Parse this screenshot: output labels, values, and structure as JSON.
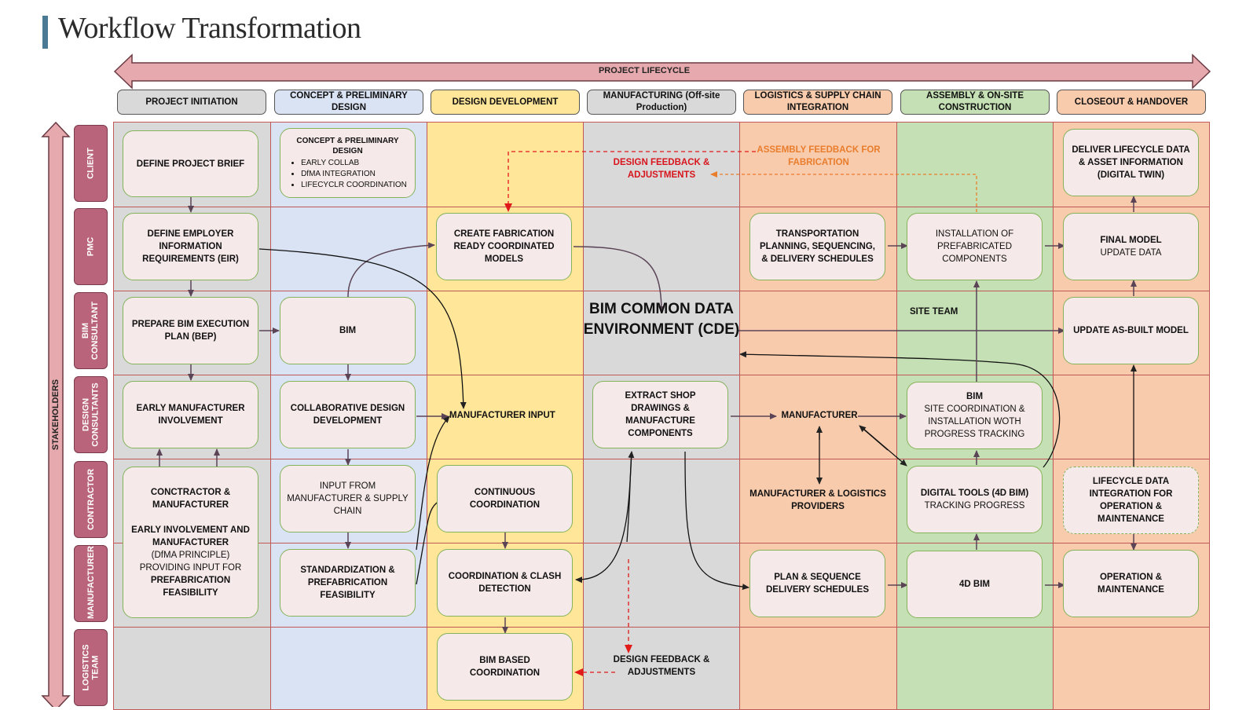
{
  "title": "Workflow Transformation",
  "lifecycle_label": "PROJECT LIFECYCLE",
  "stakeholders_label": "STAKEHOLDERS",
  "phases": [
    {
      "label": "PROJECT INITIATION",
      "color": "#d9d9d9"
    },
    {
      "label": "CONCEPT & PRELIMINARY DESIGN",
      "color": "#dae3f3"
    },
    {
      "label": "DESIGN DEVELOPMENT",
      "color": "#ffe699"
    },
    {
      "label": "MANUFACTURING (Off-site Production)",
      "color": "#d9d9d9"
    },
    {
      "label": "LOGISTICS & SUPPLY CHAIN INTEGRATION",
      "color": "#f8cbad"
    },
    {
      "label": "ASSEMBLY & ON-SITE CONSTRUCTION",
      "color": "#c5e0b4"
    },
    {
      "label": "CLOSEOUT & HANDOVER",
      "color": "#f8cbad"
    }
  ],
  "roles": [
    "CLIENT",
    "PMC",
    "BIM CONSULTANT",
    "DESIGN CONSULTANTS",
    "CONTRACTOR",
    "MANUFACTURER",
    "LOGISTICS TEAM"
  ],
  "boxes": {
    "define_brief": "DEFINE PROJECT BRIEF",
    "define_eir": "DEFINE EMPLOYER INFORMATION REQUIREMENTS (EIR)",
    "prepare_bep": "PREPARE BIM EXECUTION PLAN (BEP)",
    "early_mfr": "EARLY MANUFACTURER INVOLVEMENT",
    "contractor_title": "CONCTRACTOR & MANUFACTURER",
    "contractor_l1": "EARLY INVOLVEMENT AND MANUFACTURER",
    "contractor_l2": "(DfMA PRINCIPLE)",
    "contractor_l3": "PROVIDING INPUT FOR",
    "contractor_l4": "PREFABRICATION FEASIBILITY",
    "concept_title": "CONCEPT & PRELIMINARY DESIGN",
    "concept_items": [
      "EARLY COLLAB",
      "DfMA INTEGRATION",
      "LIFECYCLR COORDINATION"
    ],
    "bim": "BIM",
    "collab_design": "COLLABORATIVE DESIGN DEVELOPMENT",
    "input_from_mfr": "INPUT FROM MANUFACTURER & SUPPLY CHAIN",
    "standardization": "STANDARDIZATION & PREFABRICATION FEASIBILITY",
    "create_fab": "CREATE FABRICATION READY COORDINATED MODELS",
    "mfr_input": "MANUFACTURER INPUT",
    "continuous": "CONTINUOUS COORDINATION",
    "clash": "COORDINATION & CLASH DETECTION",
    "bim_based": "BIM BASED COORDINATION",
    "cde": "BIM COMMON DATA ENVIRONMENT (CDE)",
    "extract": "EXTRACT SHOP DRAWINGS & MANUFACTURE COMPONENTS",
    "design_feedback_top": "DESIGN FEEDBACK & ADJUSTMENTS",
    "design_feedback_bottom": "DESIGN FEEDBACK & ADJUSTMENTS",
    "assembly_feedback": "ASSEMBLY FEEDBACK FOR FABRICATION",
    "transport": "TRANSPORTATION PLANNING, SEQUENCING, & DELIVERY SCHEDULES",
    "manufacturer": "MANUFACTURER",
    "mfr_logistics": "MANUFACTURER & LOGISTICS PROVIDERS",
    "plan_sequence": "PLAN & SEQUENCE DELIVERY SCHEDULES",
    "installation": "INSTALLATION OF PREFABRICATED COMPONENTS",
    "site_team": "SITE TEAM",
    "bim_site_title": "BIM",
    "bim_site_text": "SITE COORDINATION & INSTALLATION WOTH PROGRESS TRACKING",
    "digital_tools_title": "DIGITAL TOOLS (4D BIM)",
    "digital_tools_text": "TRACKING PROGRESS",
    "bim4d": "4D BIM",
    "deliver_lifecycle": "DELIVER LIFECYCLE DATA & ASSET INFORMATION (DIGITAL TWIN)",
    "final_model_title": "FINAL MODEL",
    "final_model_text": "UPDATE DATA",
    "update_asbuilt": "UPDATE AS-BUILT MODEL",
    "lifecycle_integration": "LIFECYCLE DATA INTEGRATION FOR OPERATION & MAINTENANCE",
    "operation": "OPERATION & MAINTENANCE"
  }
}
